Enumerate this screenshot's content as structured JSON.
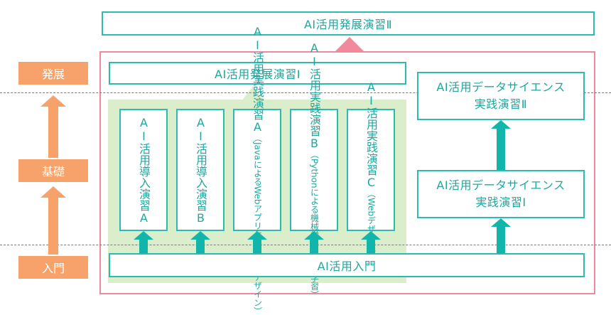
{
  "top_box": "AI活用発展演習Ⅱ",
  "levels": {
    "advanced": "発展",
    "basic": "基礎",
    "intro": "入門"
  },
  "inner_top_box": "AI活用発展演習Ⅰ",
  "courses": [
    {
      "main": "AI活用導入演習A",
      "sub": ""
    },
    {
      "main": "AI活用導入演習B",
      "sub": ""
    },
    {
      "main": "AI活用実践演習A",
      "sub": "（JavaによるWebアプリケーションデザイン）"
    },
    {
      "main": "AI活用実践演習B",
      "sub": "（Pythonによる機械学習・深層学習）"
    },
    {
      "main": "AI活用実践演習C",
      "sub": "（Webデザイン）"
    }
  ],
  "ds2": {
    "line1": "AI活用データサイエンス",
    "line2": "実践演習Ⅱ"
  },
  "ds1": {
    "line1": "AI活用データサイエンス",
    "line2": "実践演習Ⅰ"
  },
  "intro_box": "AI活用入門",
  "colors": {
    "teal": "#2bbbb3",
    "pink_border": "#f08a9a",
    "orange": "#f8a26b",
    "green_fill": "#dbeecb"
  }
}
